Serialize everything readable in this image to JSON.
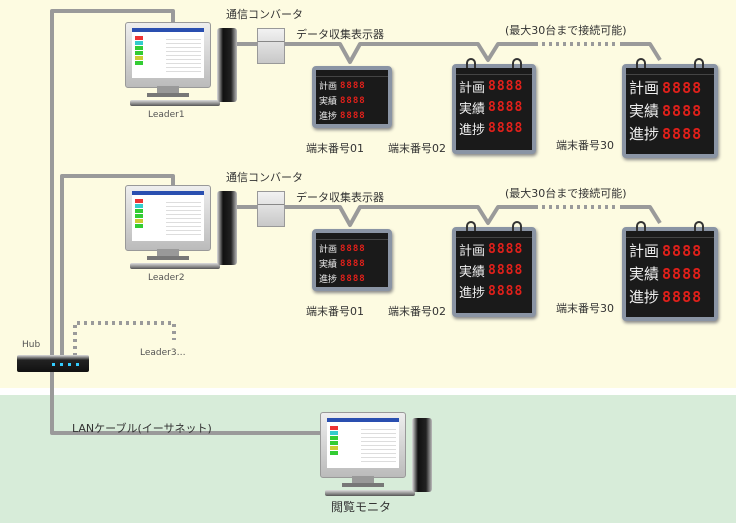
{
  "rows": [
    {
      "pc_label": "Leader1",
      "converter_label": "通信コンバータ",
      "collector_label": "データ収集表示器",
      "max_note": "(最大30台まで接続可能)",
      "terminals": [
        "端末番号01",
        "端末番号02",
        "端末番号30"
      ]
    },
    {
      "pc_label": "Leader2",
      "converter_label": "通信コンバータ",
      "collector_label": "データ収集表示器",
      "max_note": "(最大30台まで接続可能)",
      "terminals": [
        "端末番号01",
        "端末番号02",
        "端末番号30"
      ]
    }
  ],
  "display_rows": [
    {
      "label": "計画",
      "value": "8888"
    },
    {
      "label": "実績",
      "value": "8888"
    },
    {
      "label": "進捗",
      "value": "8888"
    }
  ],
  "hub_label": "Hub",
  "leader3_label": "Leader3…",
  "lan_label": "LANケーブル(イーサネット)",
  "viewer_label": "閲覧モニタ",
  "colors": {
    "top_bg": "#fdfbe1",
    "bottom_bg": "#d7ecd9",
    "cable": "#9a9a9a",
    "digit": "#e0201a"
  }
}
